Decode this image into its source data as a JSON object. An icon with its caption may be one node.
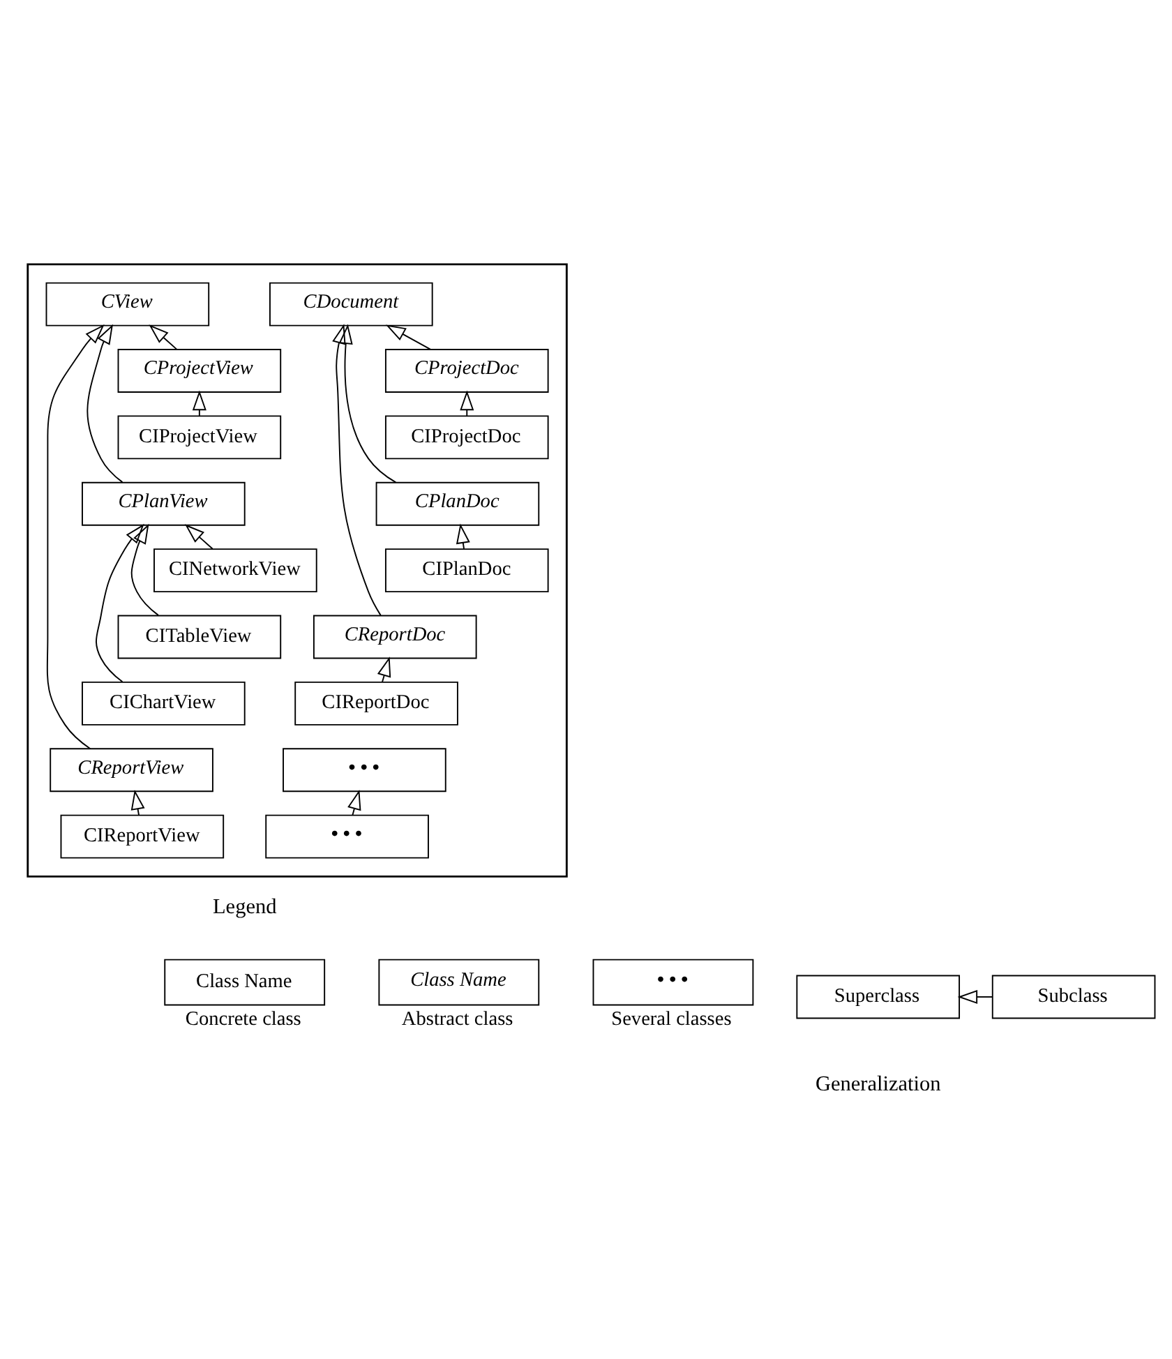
{
  "diagram": {
    "nodes": [
      {
        "text": [],
        "shape": "box"
      },
      {
        "text": [
          "CDocument"
        ],
        "in": 0
      },
      {
        "text": [
          "CProjectDoc"
        ],
        "in": 0
      },
      {
        "text": [
          "CIProjectDoc"
        ],
        "in": 0
      },
      {
        "text": [
          "CPlanDoc"
        ],
        "in": 0
      },
      {
        "text": [
          "CIPlanDoc"
        ],
        "in": 0
      },
      {
        "text": [
          "CReportDoc"
        ],
        "in": 0
      },
      {
        "text": [
          "CIReportDoc"
        ],
        "in": 0
      },
      {
        "text": [
          "• • •"
        ],
        "in": 0
      },
      {
        "text": [
          "• • •"
        ],
        "in": 0
      },
      {
        "text": [
          "CView"
        ],
        "in": 0
      },
      {
        "text": [
          "CProjectView"
        ],
        "in": 0
      },
      {
        "text": [
          "CIProjectView"
        ],
        "in": 0
      },
      {
        "text": [
          "CPlanView"
        ],
        "in": 0
      },
      {
        "text": [
          "CINetworkView"
        ],
        "in": 0
      },
      {
        "text": [
          "CITableView"
        ],
        "in": 0
      },
      {
        "text": [
          "CIChartView"
        ],
        "in": 0
      },
      {
        "text": [
          "CReportView"
        ],
        "in": 0
      },
      {
        "text": [
          "CIReportView"
        ],
        "in": 0
      },
      {
        "text": [
          "Class Name"
        ],
        "beside": [
          "Concrete class"
        ]
      },
      {
        "text": [
          "Class Name"
        ],
        "beside": [
          "Abstract class"
        ]
      },
      {
        "text": [
          "• • •"
        ],
        "beside": [
          "Several classes"
        ]
      },
      {
        "text": [
          "Superclass"
        ]
      },
      {
        "text": [
          "Subclass"
        ]
      }
    ],
    "edges": [
      {
        "from": 2,
        "to": 1,
        "arrow": "to"
      },
      {
        "from": 4,
        "to": 1,
        "arrow": "to"
      },
      {
        "from": 6,
        "to": 1,
        "arrow": "to"
      },
      {
        "from": 3,
        "to": 2,
        "arrow": "to"
      },
      {
        "from": 5,
        "to": 4,
        "arrow": "to"
      },
      {
        "from": 7,
        "to": 6,
        "arrow": "to"
      },
      {
        "from": 9,
        "to": 8,
        "arrow": "to"
      },
      {
        "from": 11,
        "to": 10,
        "arrow": "to"
      },
      {
        "from": 13,
        "to": 10,
        "arrow": "to"
      },
      {
        "from": 17,
        "to": 10,
        "arrow": "to"
      },
      {
        "from": 12,
        "to": 11,
        "arrow": "to"
      },
      {
        "from": 14,
        "to": 13,
        "arrow": "to"
      },
      {
        "from": 15,
        "to": 13,
        "arrow": "to"
      },
      {
        "from": 16,
        "to": 13,
        "arrow": "to"
      },
      {
        "from": 18,
        "to": 17,
        "arrow": "to"
      },
      {
        "from": 23,
        "to": 22,
        "arrow": "to"
      }
    ],
    "labels": [
      "Legend",
      "Generalization"
    ]
  }
}
